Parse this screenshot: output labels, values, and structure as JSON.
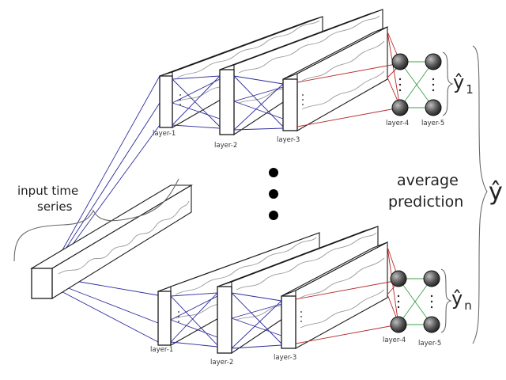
{
  "diagram": {
    "input_label": {
      "line1": "input time",
      "line2": "series"
    },
    "layer_labels": {
      "l1": "layer-1",
      "l2": "layer-2",
      "l3": "layer-3",
      "l4": "layer-4",
      "l5": "layer-5"
    },
    "average_label": {
      "line1": "average",
      "line2": "prediction"
    },
    "outputs": {
      "first": {
        "symbol": "ŷ",
        "subscript": "1"
      },
      "last": {
        "symbol": "ŷ",
        "subscript": "n"
      },
      "combined": "ŷ"
    },
    "ellipsis_dots": 3,
    "colors": {
      "input_connections": "#2d2d9e",
      "head_connections": "#b52a2a",
      "cross_connections": "#3fa24a",
      "node_fill": "#555555"
    }
  }
}
